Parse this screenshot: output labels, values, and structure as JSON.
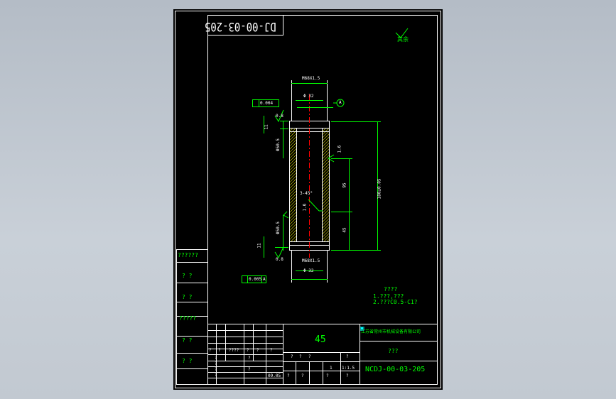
{
  "drawing": {
    "code_box": "DJ-00-03-205",
    "surface_finish": "其余",
    "dims": {
      "thread_top": "M68X1.5",
      "thread_bottom": "M68X1.5",
      "bore_top": "Φ 32",
      "bore_bottom": "Φ 32",
      "tol_flatness": "0.004",
      "tol_perp": "0.005",
      "datum": "A",
      "length_total": "180±0.05",
      "len_mid": "95",
      "len_low": "45",
      "rough_top": "0.8",
      "rough_bottom": "0.8",
      "rough_side_1": "1.6",
      "rough_side_2": "1.6",
      "small_1": "11",
      "small_2": "11",
      "vdim_1": "Φ50.5",
      "vdim_2": "Φ50.5",
      "chamfer": "3-45°"
    },
    "notes": {
      "title": "????",
      "line1": "1.???,???",
      "line2": "2.???C0.5-C1?"
    }
  },
  "title_block": {
    "left_labels": [
      "??????",
      "?  ?",
      "?  ?",
      "?????",
      "?  ?",
      "?  ?"
    ],
    "material": "45",
    "company": "江苏省常州市机械设备有限公司",
    "part_name": "???",
    "drawing_no": "NCDJ-00-03-205",
    "scale": "1:1.5",
    "count": "1",
    "date": "09.05",
    "header_cells": [
      "?",
      "?",
      "????",
      "?",
      "?",
      "?"
    ],
    "stage_cells": [
      "?",
      "?",
      "?",
      "?"
    ],
    "bottom_cells": [
      "?",
      "?",
      "?",
      "?"
    ],
    "rows_left": [
      "?",
      "?",
      "?",
      "?",
      "?",
      "?"
    ]
  }
}
